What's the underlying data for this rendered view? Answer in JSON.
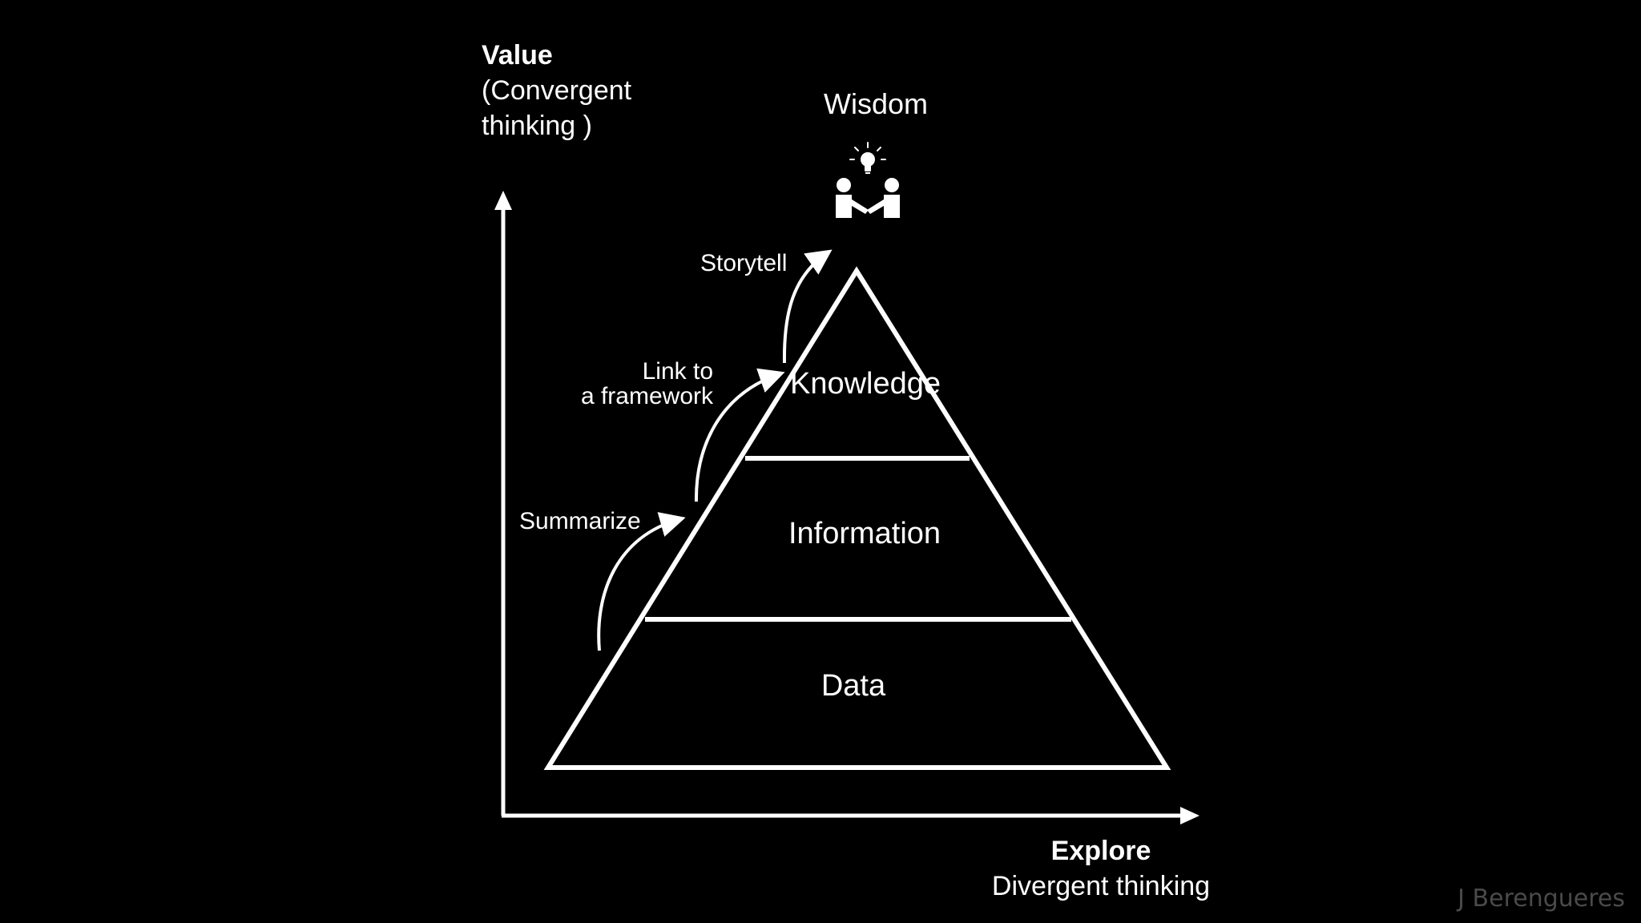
{
  "y_axis": {
    "title": "Value",
    "subtitle_line1": "(Convergent",
    "subtitle_line2": "thinking )"
  },
  "x_axis": {
    "title": "Explore",
    "subtitle": "Divergent thinking"
  },
  "levels": {
    "data": "Data",
    "information": "Information",
    "knowledge": "Knowledge",
    "wisdom": "Wisdom"
  },
  "transitions": {
    "summarize": "Summarize",
    "link_line1": "Link to",
    "link_line2": "a framework",
    "storytell": "Storytell"
  },
  "icons": {
    "wisdom": "handshake-lightbulb-icon"
  },
  "credit": "J Berengueres",
  "colors": {
    "background": "#000000",
    "foreground": "#ffffff",
    "credit": "#4a4a4a"
  }
}
